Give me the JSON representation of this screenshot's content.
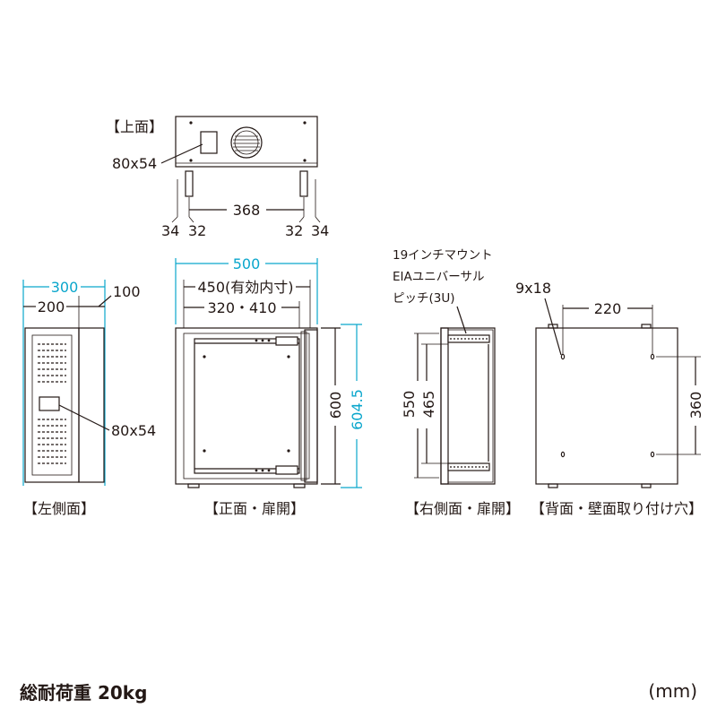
{
  "views": {
    "top": {
      "title": "【上面】",
      "panel_label": "80x54",
      "width_label": "368",
      "left_offsets": [
        "34",
        "32"
      ],
      "right_offsets": [
        "32",
        "34"
      ]
    },
    "left_side": {
      "title": "【左側面】",
      "depth_label": "300",
      "depth_inner_label": "200",
      "depth_door_label": "100",
      "panel_label": "80x54"
    },
    "front": {
      "title": "【正面・扉開】",
      "width_label": "500",
      "effective_width_label": "450(有効内寸)",
      "mount_width_label": "320・410",
      "height_label": "600",
      "total_height_label": "604.5"
    },
    "right_side": {
      "title": "【右側面・扉開】",
      "rail_note": [
        "19インチマウント",
        "EIAユニバーサル",
        "ピッチ(3U)"
      ],
      "height_label_outer": "550",
      "height_label_inner": "465"
    },
    "back": {
      "title": "【背面・壁面取り付け穴】",
      "hole_label": "9x18",
      "hole_horizontal_label": "220",
      "hole_vertical_label": "360"
    }
  },
  "footer": {
    "load_label": "総耐荷重 20kg",
    "unit_label": "(mm)"
  },
  "colors": {
    "line": "#231815",
    "dimension_accent": "#0aa6cc",
    "background": "#ffffff"
  }
}
